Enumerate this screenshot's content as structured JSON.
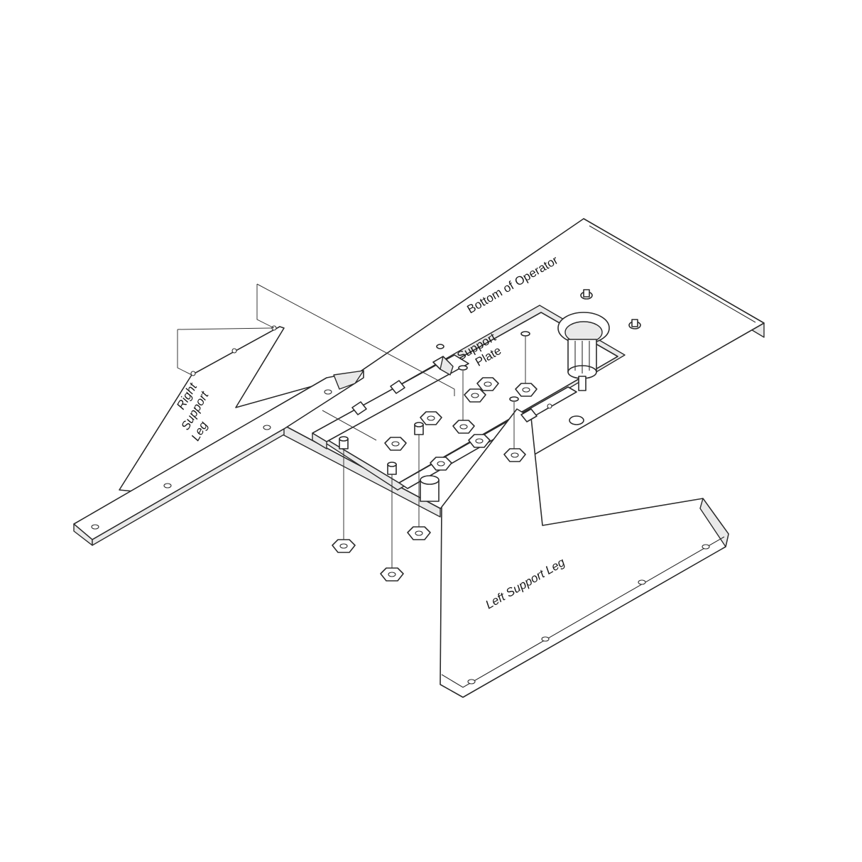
{
  "labels": {
    "bottom_of_operator": "Bottom of Operator",
    "support_plate_line1": "Support",
    "support_plate_line2": "Plate",
    "right_support_leg_line1": "Right",
    "right_support_leg_line2": "Support",
    "right_support_leg_line3": "Leg",
    "left_support_leg": "Left Support Leg"
  }
}
